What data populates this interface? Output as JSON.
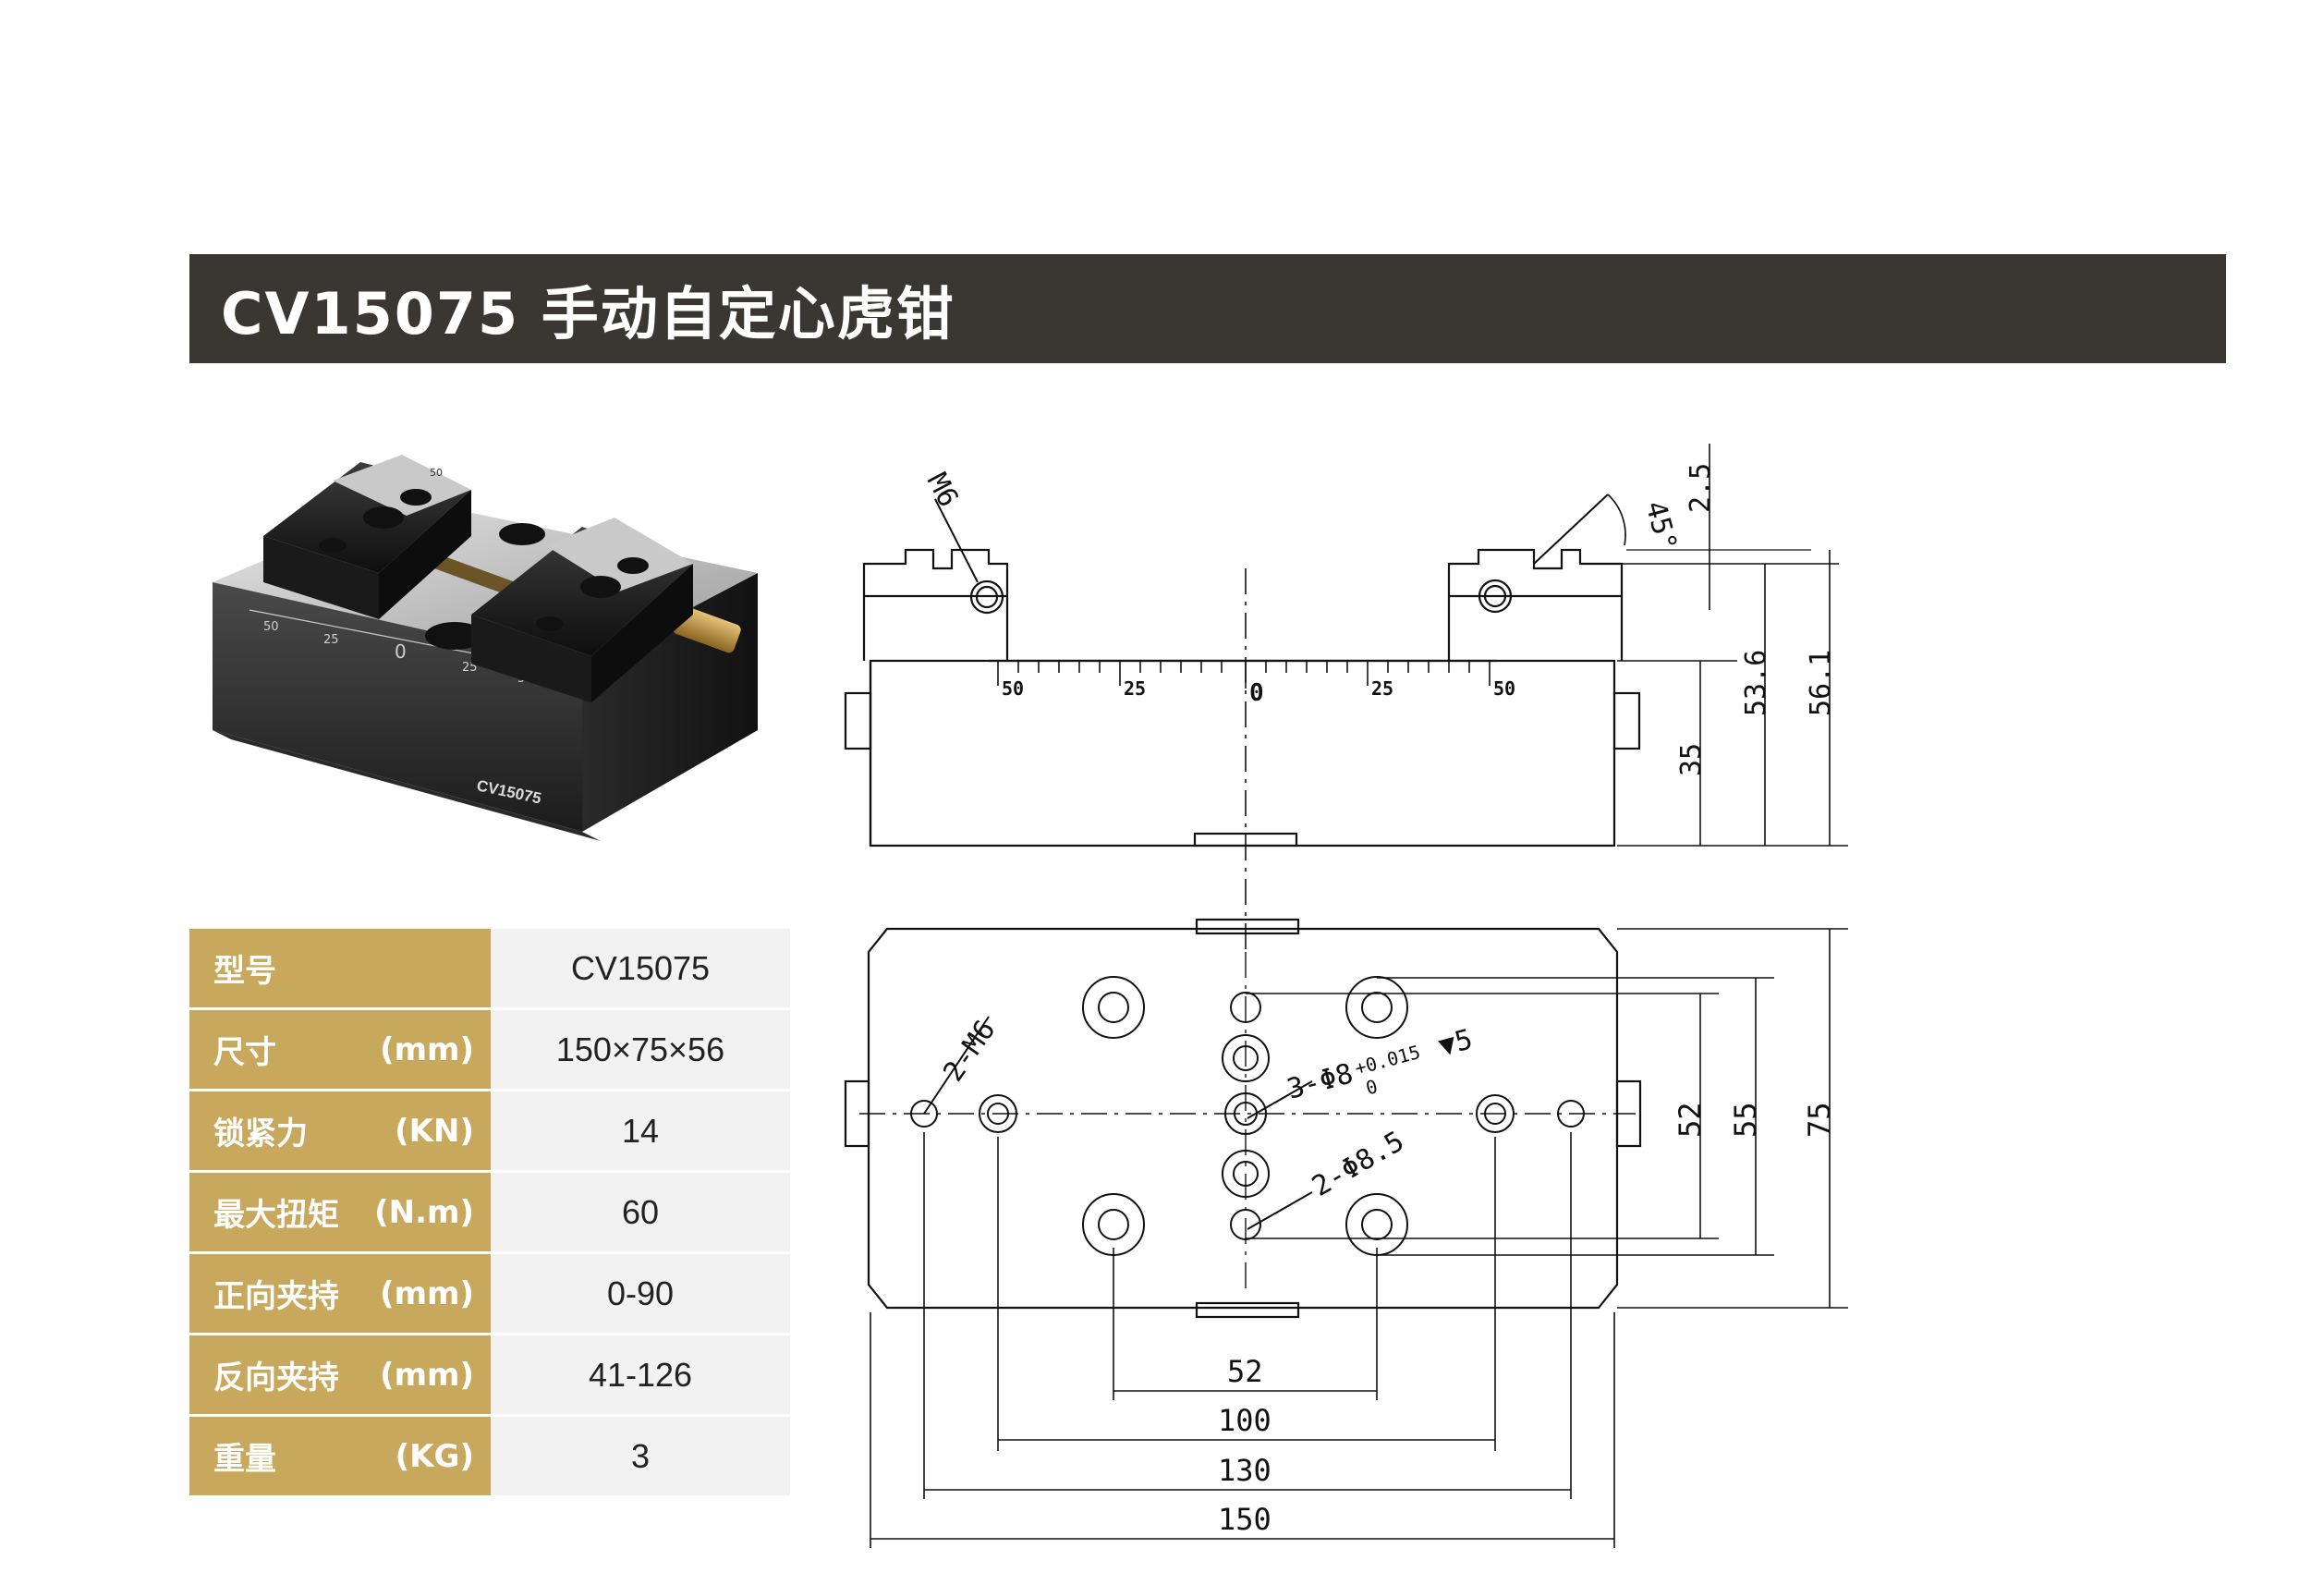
{
  "header": {
    "title": "CV15075 手动自定心虎钳"
  },
  "photo": {
    "model_mark": "CV15075",
    "scale_labels": [
      "50",
      "25",
      "0",
      "25",
      "50"
    ],
    "jaw_mark": "50"
  },
  "specs": [
    {
      "label": "型号",
      "unit": "",
      "value": "CV15075"
    },
    {
      "label": "尺寸",
      "unit": "(mm)",
      "value": "150×75×56"
    },
    {
      "label": "锁紧力",
      "unit": "(KN)",
      "value": "14"
    },
    {
      "label": "最大扭矩",
      "unit": "(N.m)",
      "value": "60"
    },
    {
      "label": "正向夹持",
      "unit": "(mm)",
      "value": "0-90"
    },
    {
      "label": "反向夹持",
      "unit": "(mm)",
      "value": "41-126"
    },
    {
      "label": "重量",
      "unit": "(KG)",
      "value": "3"
    }
  ],
  "drawing": {
    "thread_label": "M6",
    "angle_label": "45°",
    "top_offset": "2.5",
    "height_35": "35",
    "height_536": "53.6",
    "height_561": "56.1",
    "ruler_labels": [
      "50",
      "25",
      "0",
      "25",
      "50"
    ],
    "hole_m6": "2-M6",
    "hole_phi8": "3-Φ8",
    "tol_upper": "+0.015",
    "tol_lower": "0",
    "depth_mark": "▼5",
    "hole_phi85": "2-Φ8.5",
    "dim_52v": "52",
    "dim_55v": "55",
    "dim_75v": "75",
    "dim_52h": "52",
    "dim_100": "100",
    "dim_130": "130",
    "dim_150": "150"
  }
}
